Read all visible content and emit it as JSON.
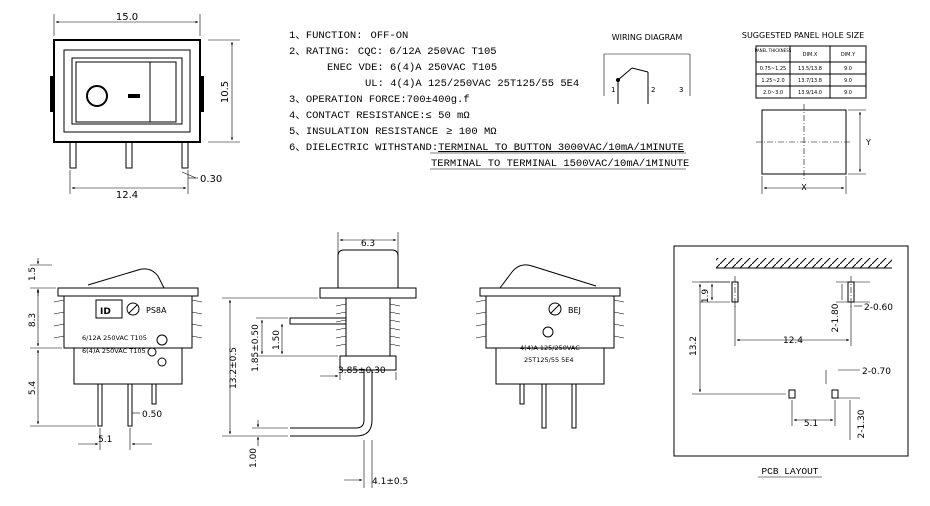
{
  "front_view": {
    "width_dim": "15.0",
    "height_dim": "10.5",
    "pin_width_dim": "12.4",
    "pin_thickness_dim": "0.30"
  },
  "specs": [
    {
      "num": "1、",
      "label": "FUNCTION:",
      "value": "OFF-ON",
      "underline": false
    },
    {
      "num": "2、",
      "label": "RATING:",
      "value": "CQC:  6/12A 250VAC T105",
      "underline": false
    },
    {
      "num": "",
      "label": "",
      "value": "ENEC VDE:  6(4)A 250VAC T105",
      "underline": false
    },
    {
      "num": "",
      "label": "",
      "value": "UL:  4(4)A 125/250VAC 25T125/55 5E4",
      "underline": false
    },
    {
      "num": "3、",
      "label": "OPERATION FORCE:",
      "value": "700±400g.f",
      "underline": false
    },
    {
      "num": "4、",
      "label": "CONTACT RESISTANCE:",
      "value": "≤ 50 mΩ",
      "underline": false
    },
    {
      "num": "5、",
      "label": "INSULATION RESISTANCE",
      "value": "≥ 100 MΩ",
      "underline": false
    },
    {
      "num": "6、",
      "label": "DIELECTRIC WITHSTAND:",
      "value": "TERMINAL TO BUTTON 3000VAC/10mA/1MINUTE",
      "underline": true
    },
    {
      "num": "",
      "label": "",
      "value": "TERMINAL TO TERMINAL 1500VAC/10mA/1MINUTE",
      "underline": true
    }
  ],
  "wiring": {
    "title": "WIRING DIAGRAM",
    "terminals": [
      "1",
      "2",
      "3"
    ]
  },
  "panel": {
    "title": "SUGGESTED PANEL HOLE SIZE",
    "headers": [
      "PANEL THICKNESS",
      "DIM.X",
      "DIM.Y"
    ],
    "rows": [
      [
        "0.75~1.25",
        "13.5/13.8",
        "9.0"
      ],
      [
        "1.25~2.0",
        "13.7/13.8",
        "9.0"
      ],
      [
        "2.0~3.0",
        "13.9/14.0",
        "9.0"
      ]
    ],
    "x_label": "X",
    "y_label": "Y"
  },
  "side_view": {
    "brand": "PS8A",
    "marking_line1": "6/12A 250VAC T105",
    "marking_line2": "6(4)A 250VAC T105",
    "dim_top": "1.5",
    "dim_body": "8.3",
    "dim_pin": "5.4",
    "dim_pin_thk": "0.50",
    "dim_pitch": "5.1"
  },
  "end_view": {
    "dim_width": "6.3",
    "dim_total": "13.2±0.5",
    "dim_a": "1.85±0.50",
    "dim_b": "1.50",
    "dim_foot": "3.85±0.30",
    "dim_bend": "1.00",
    "dim_bend_len": "4.1±0.5"
  },
  "back_view": {
    "mark_a": "BEJ",
    "marking_line1": "4(4)A 125/250VAC",
    "marking_line2": "25T125/55 5E4"
  },
  "pcb": {
    "title": "PCB  LAYOUT",
    "dim_h": "13.2",
    "dim_slot_h": "1.9",
    "dim_slot_w": "12.4",
    "dim_a": "2-1.80",
    "dim_b": "2-0.60",
    "dim_c": "2-0.70",
    "dim_d": "2-1.30",
    "dim_pitch": "5.1"
  }
}
